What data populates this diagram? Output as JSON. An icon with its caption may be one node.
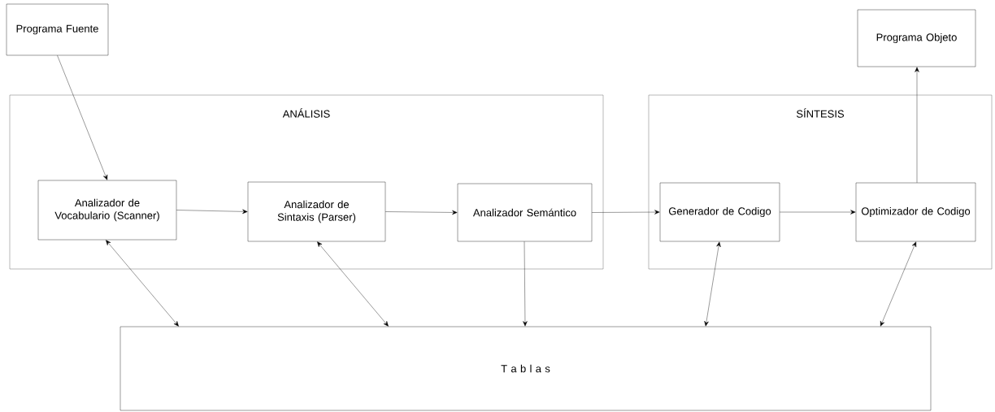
{
  "diagram": {
    "nodes": [
      {
        "text": [
          "Programa Fuente"
        ]
      },
      {
        "text": [
          "ANÁLISIS"
        ]
      },
      {
        "text": [
          "SÍNTESIS"
        ]
      },
      {
        "text": [
          "Analizador de Vocabulario (Scanner)"
        ],
        "in": 1
      },
      {
        "text": [
          "Analizador de Sintaxis (Parser)"
        ],
        "in": 1
      },
      {
        "text": [
          "Analizador Semántico"
        ],
        "in": 1
      },
      {
        "text": [
          "Generador de Codigo"
        ],
        "in": 2
      },
      {
        "text": [
          "Optimizador de Codigo"
        ],
        "in": 2
      },
      {
        "text": [
          "Programa Objeto"
        ]
      },
      {
        "text": [
          "T a b l a s"
        ]
      }
    ],
    "edges": [
      {
        "from": 0,
        "to": 3,
        "arrow": "to"
      },
      {
        "from": 3,
        "to": 4,
        "arrow": "to"
      },
      {
        "from": 4,
        "to": 5,
        "arrow": "to"
      },
      {
        "from": 5,
        "to": 6,
        "arrow": "to"
      },
      {
        "from": 6,
        "to": 7,
        "arrow": "to"
      },
      {
        "from": 7,
        "to": 8,
        "arrow": "to"
      },
      {
        "from": 3,
        "to": 9,
        "arrow": "both"
      },
      {
        "from": 4,
        "to": 9,
        "arrow": "both"
      },
      {
        "from": 5,
        "to": 9,
        "arrow": "to"
      },
      {
        "from": 6,
        "to": 9,
        "arrow": "both"
      },
      {
        "from": 7,
        "to": 9,
        "arrow": "both"
      }
    ]
  }
}
